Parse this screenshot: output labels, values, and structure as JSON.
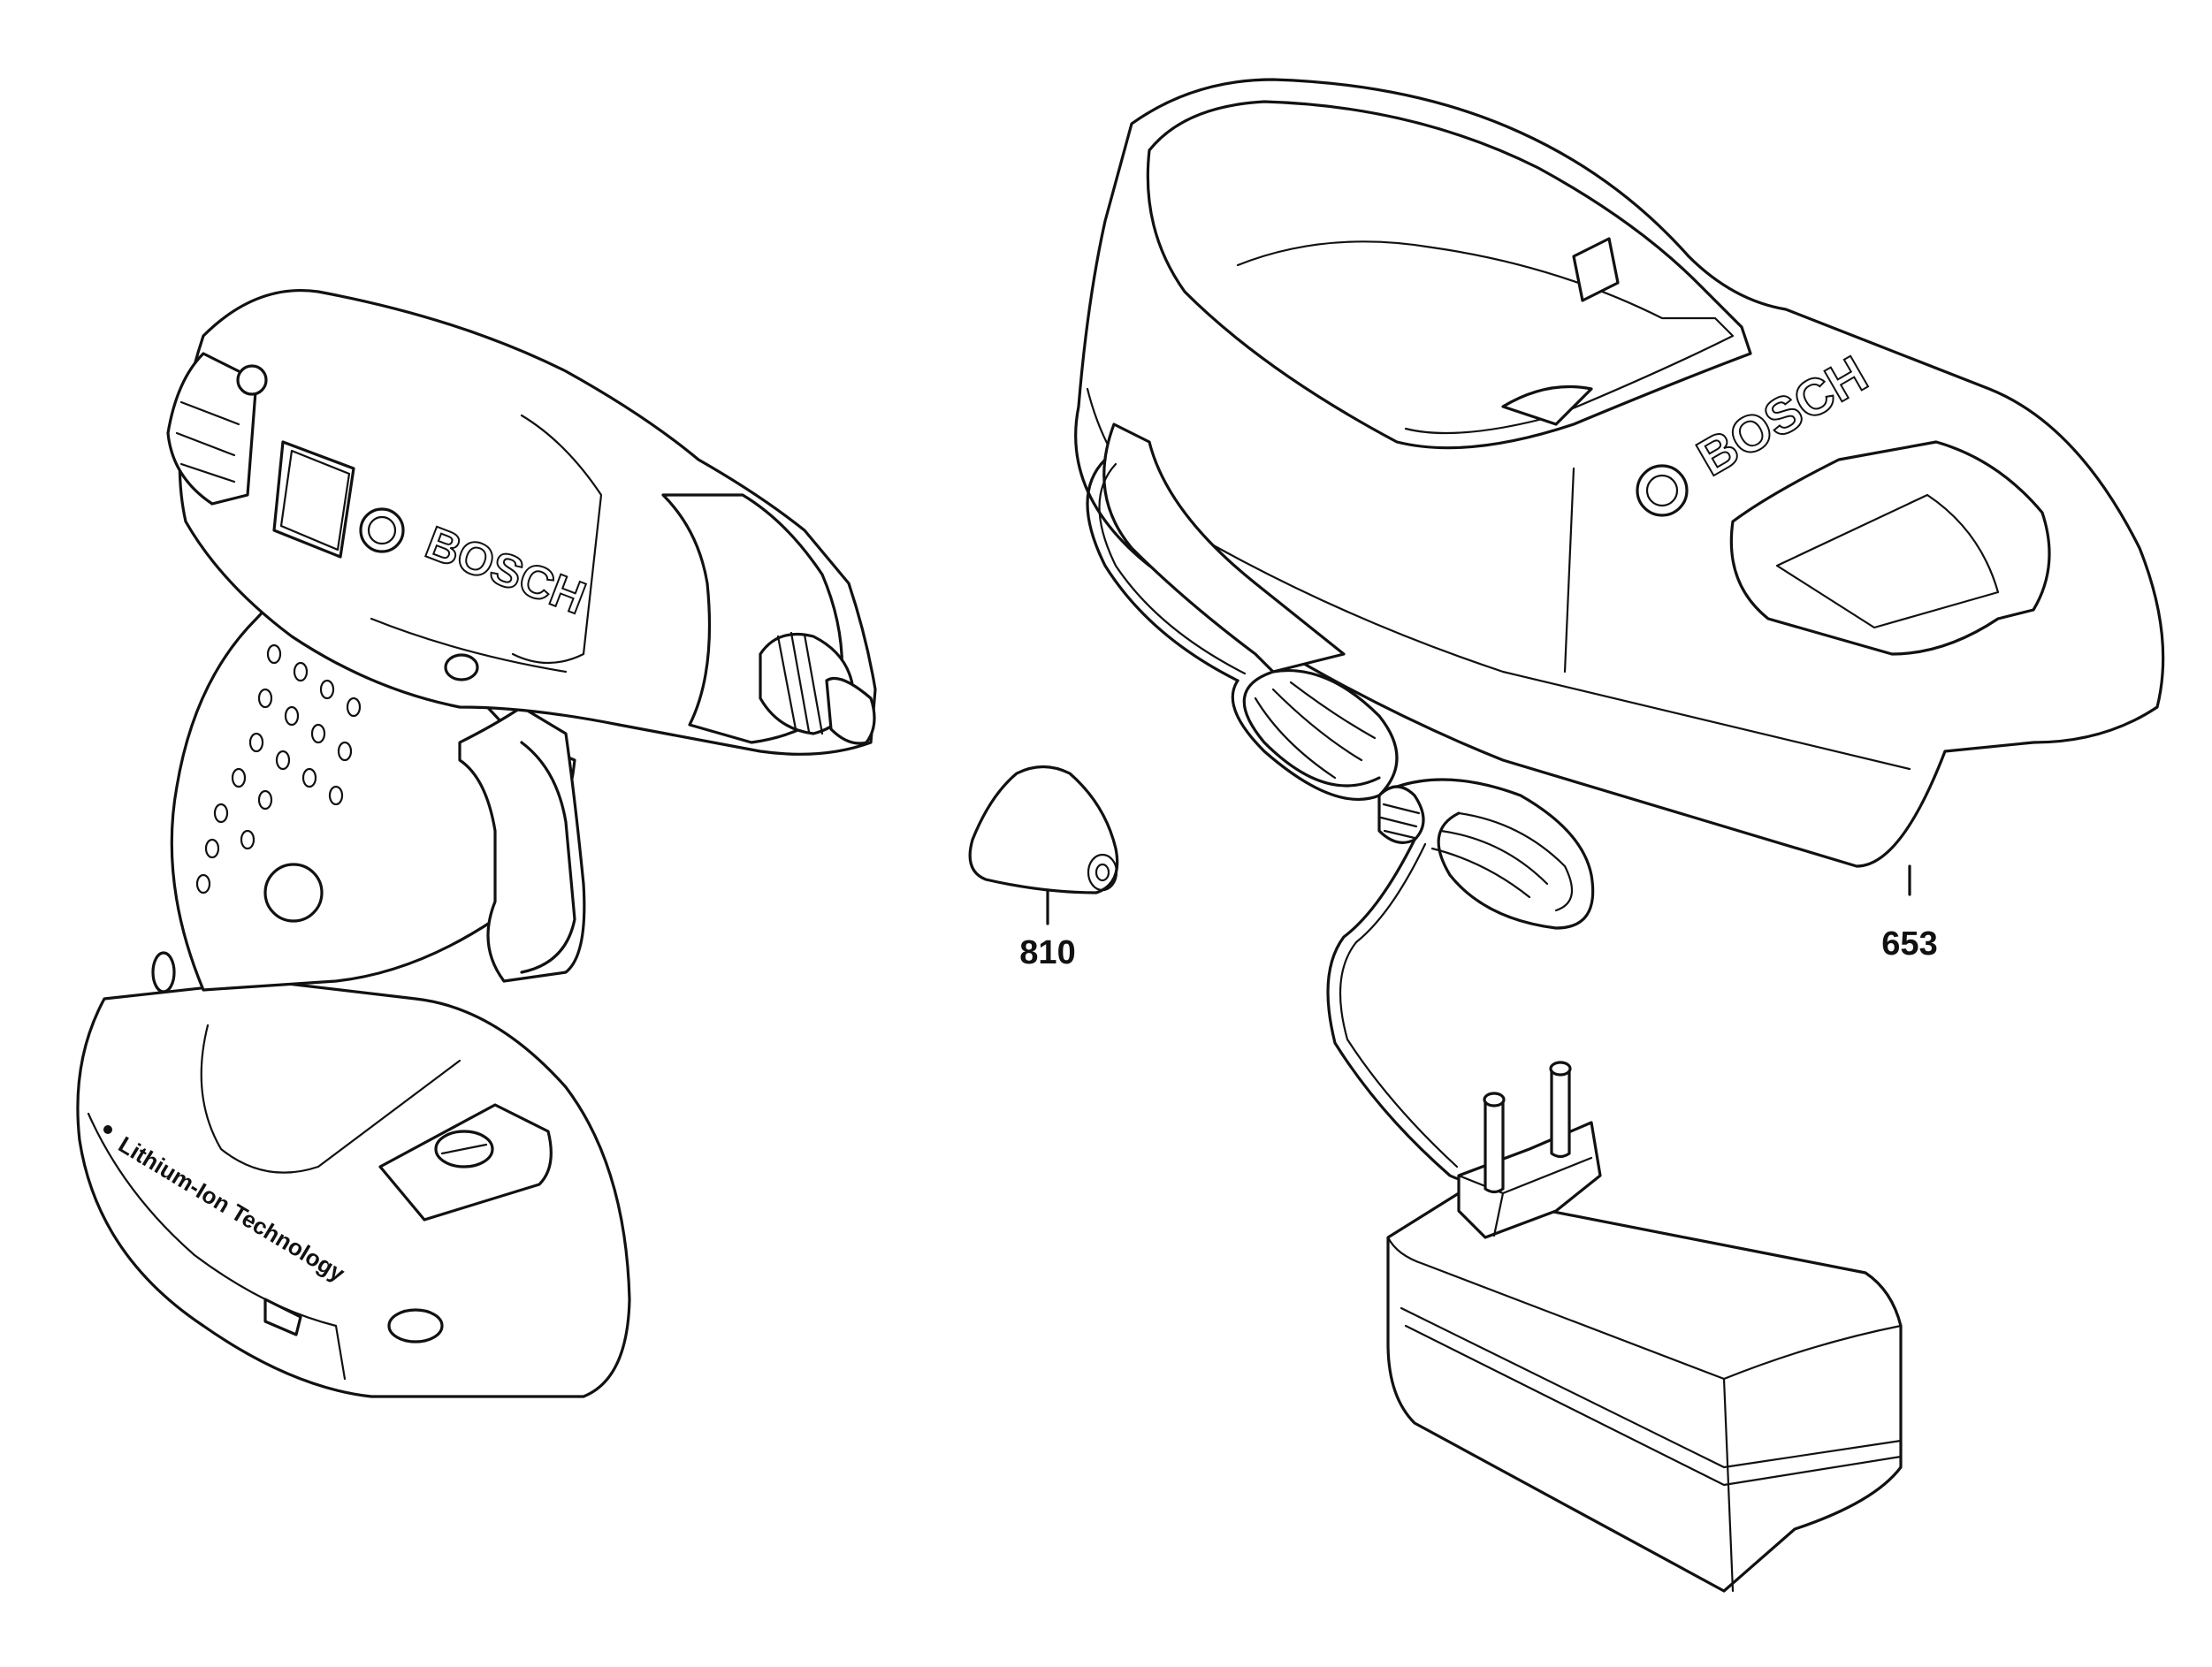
{
  "diagram": {
    "parts": [
      {
        "id": "810",
        "label": "810"
      },
      {
        "id": "653",
        "label": "653"
      }
    ],
    "brand_text": "BOSCH",
    "tool_side_text": "Lithium-Ion Technology",
    "colors": {
      "line": "#111111",
      "background": "#ffffff"
    }
  }
}
